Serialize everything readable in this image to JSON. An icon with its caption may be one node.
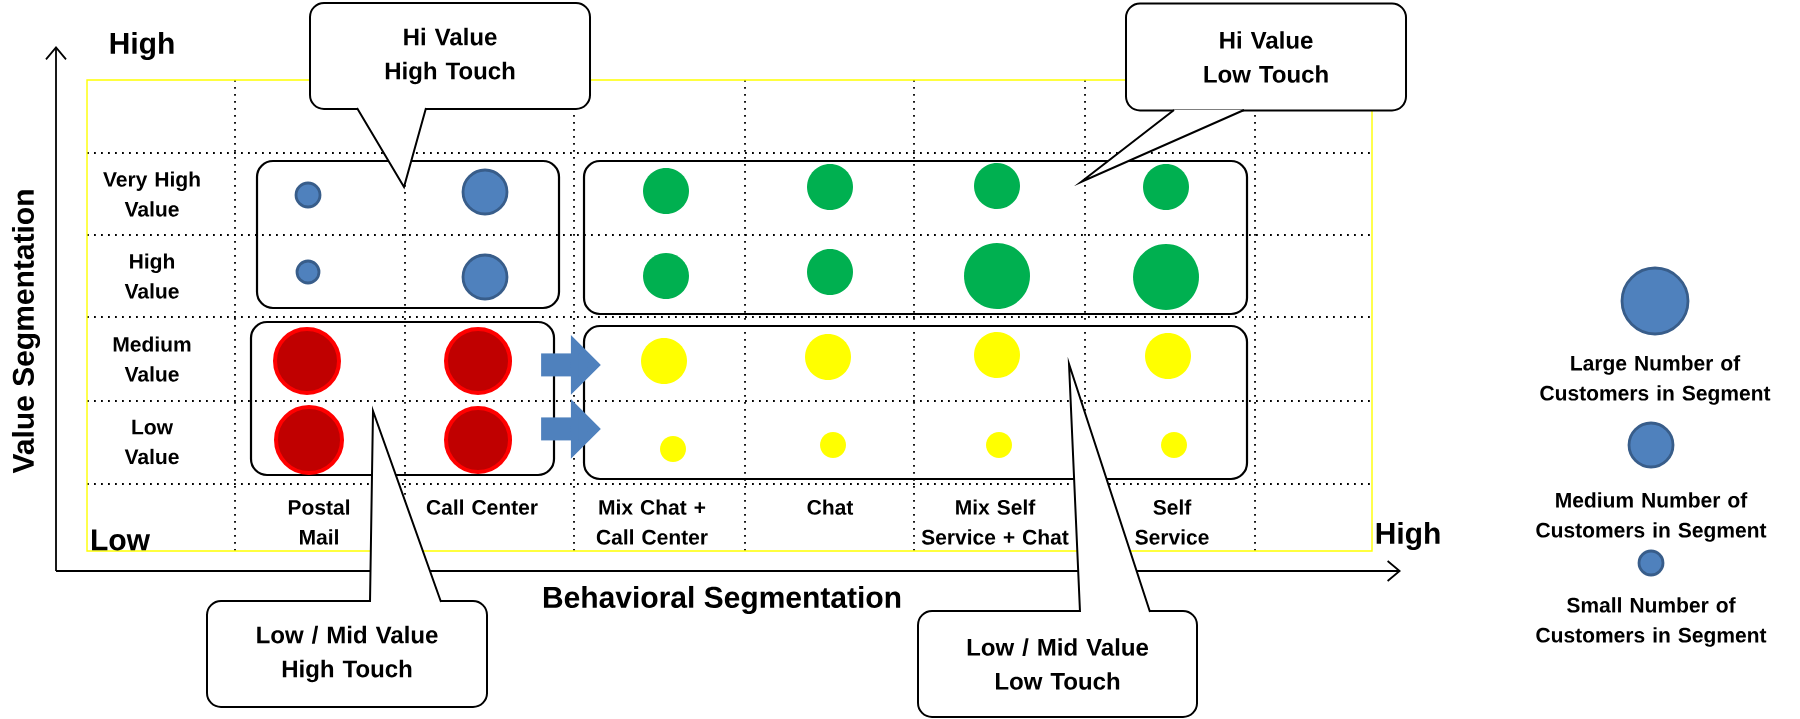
{
  "diagram": {
    "nodes": [
      {
        "text": [
          "Hi Value High Touch"
        ]
      },
      {
        "text": [
          "Hi Value Low Touch"
        ]
      },
      {
        "text": [],
        "shape": "box"
      },
      {
        "text": [],
        "shape": "box"
      },
      {
        "text": [],
        "shape": "box"
      },
      {
        "text": [],
        "shape": "box"
      },
      {
        "text": [
          "Low / Mid Value High Touch"
        ]
      },
      {
        "text": [
          "Low / Mid Value Low Touch"
        ]
      }
    ],
    "edges": [
      {
        "from": 4,
        "to": 5,
        "arrow": "to"
      },
      {
        "from": 4,
        "to": 5,
        "arrow": "to"
      }
    ],
    "labels": [
      "High",
      "Value Segmentation",
      "Very High Value",
      "High Value",
      "Medium Value",
      "Low Value",
      "Low",
      "Postal Mail",
      "Call Center",
      "Mix Chat + Call Center",
      "Chat",
      "Mix Self Service + Chat",
      "Self Service",
      "High",
      "Behavioral Segmentation"
    ],
    "legend": [
      {
        "text": "Large Number of Customers in Segment"
      },
      {
        "text": "Medium Number of Customers in Segment"
      },
      {
        "text": "Small Number of Customers in Segment"
      }
    ]
  }
}
